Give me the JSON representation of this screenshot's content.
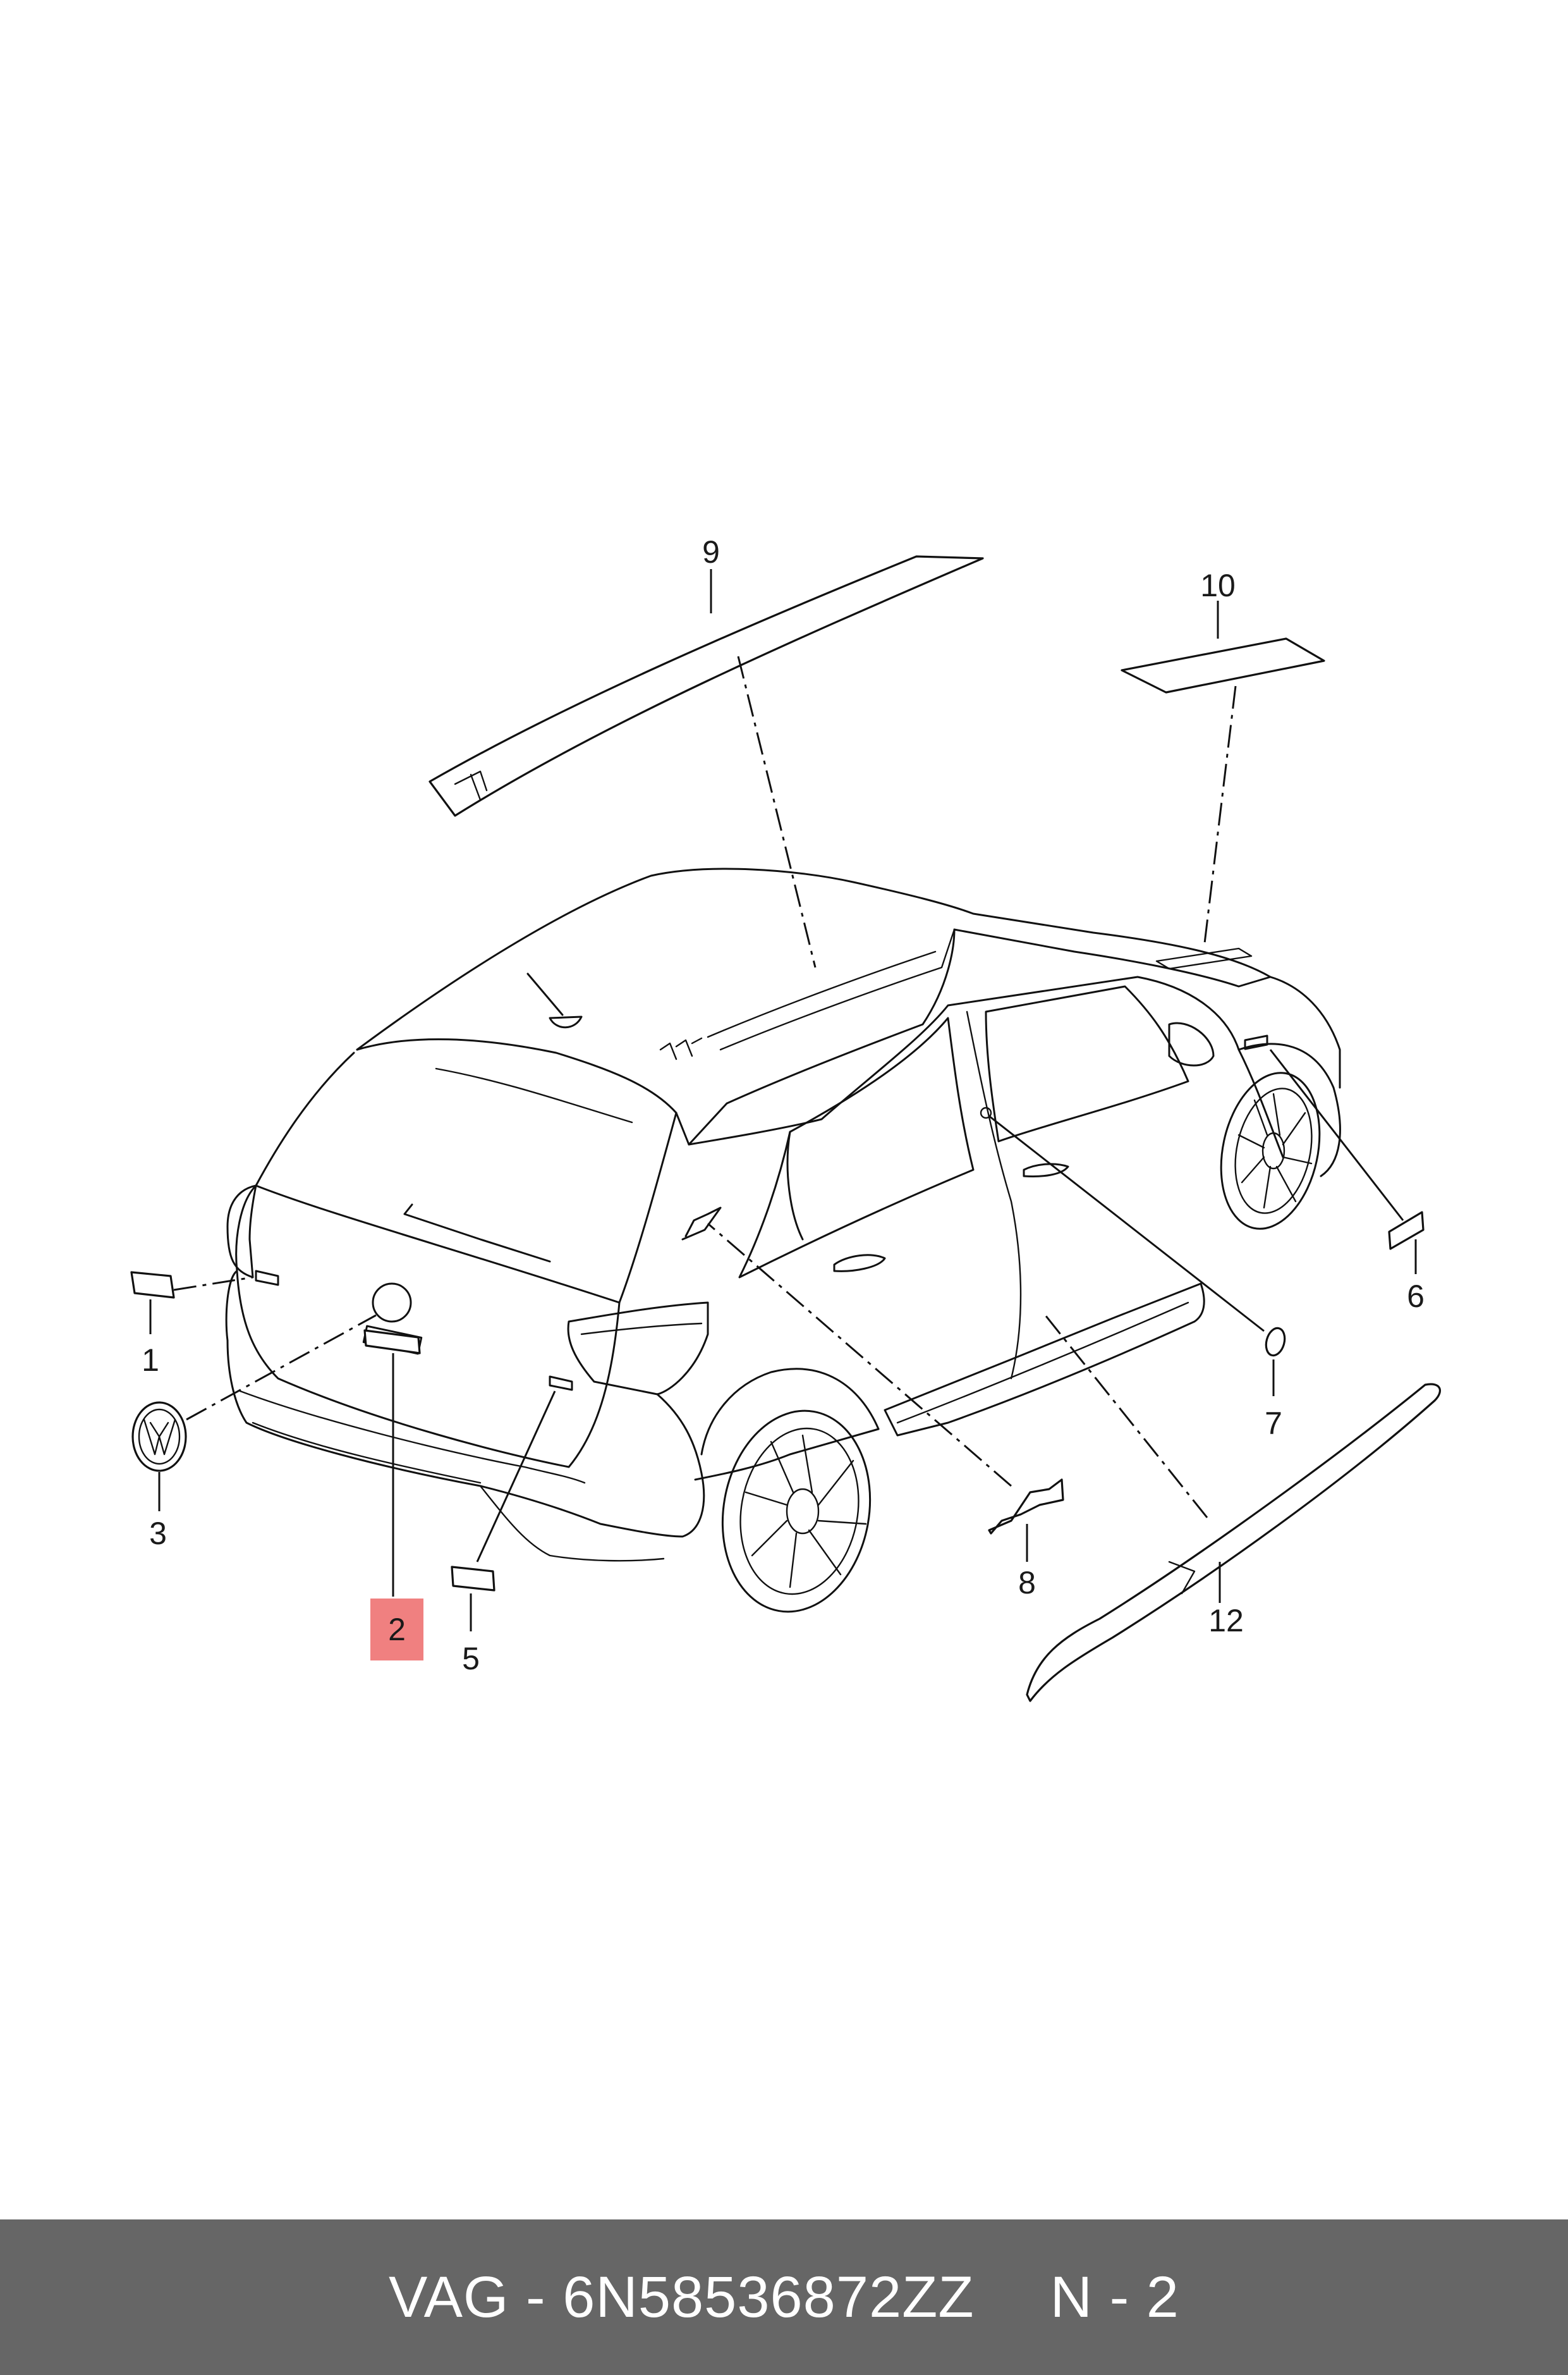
{
  "callouts": [
    {
      "id": "1",
      "label": "1"
    },
    {
      "id": "2",
      "label": "2",
      "highlighted": true
    },
    {
      "id": "3",
      "label": "3"
    },
    {
      "id": "5",
      "label": "5"
    },
    {
      "id": "6",
      "label": "6"
    },
    {
      "id": "7",
      "label": "7"
    },
    {
      "id": "8",
      "label": "8"
    },
    {
      "id": "9",
      "label": "9"
    },
    {
      "id": "10",
      "label": "10"
    },
    {
      "id": "12",
      "label": "12"
    }
  ],
  "footer": {
    "part_text": "VAG - 6N58536872ZZ",
    "page_text": "N - 2"
  },
  "colors": {
    "footer_bg": "#666666",
    "footer_text": "#ffffff",
    "highlight": "#f08080",
    "line": "#111111"
  }
}
